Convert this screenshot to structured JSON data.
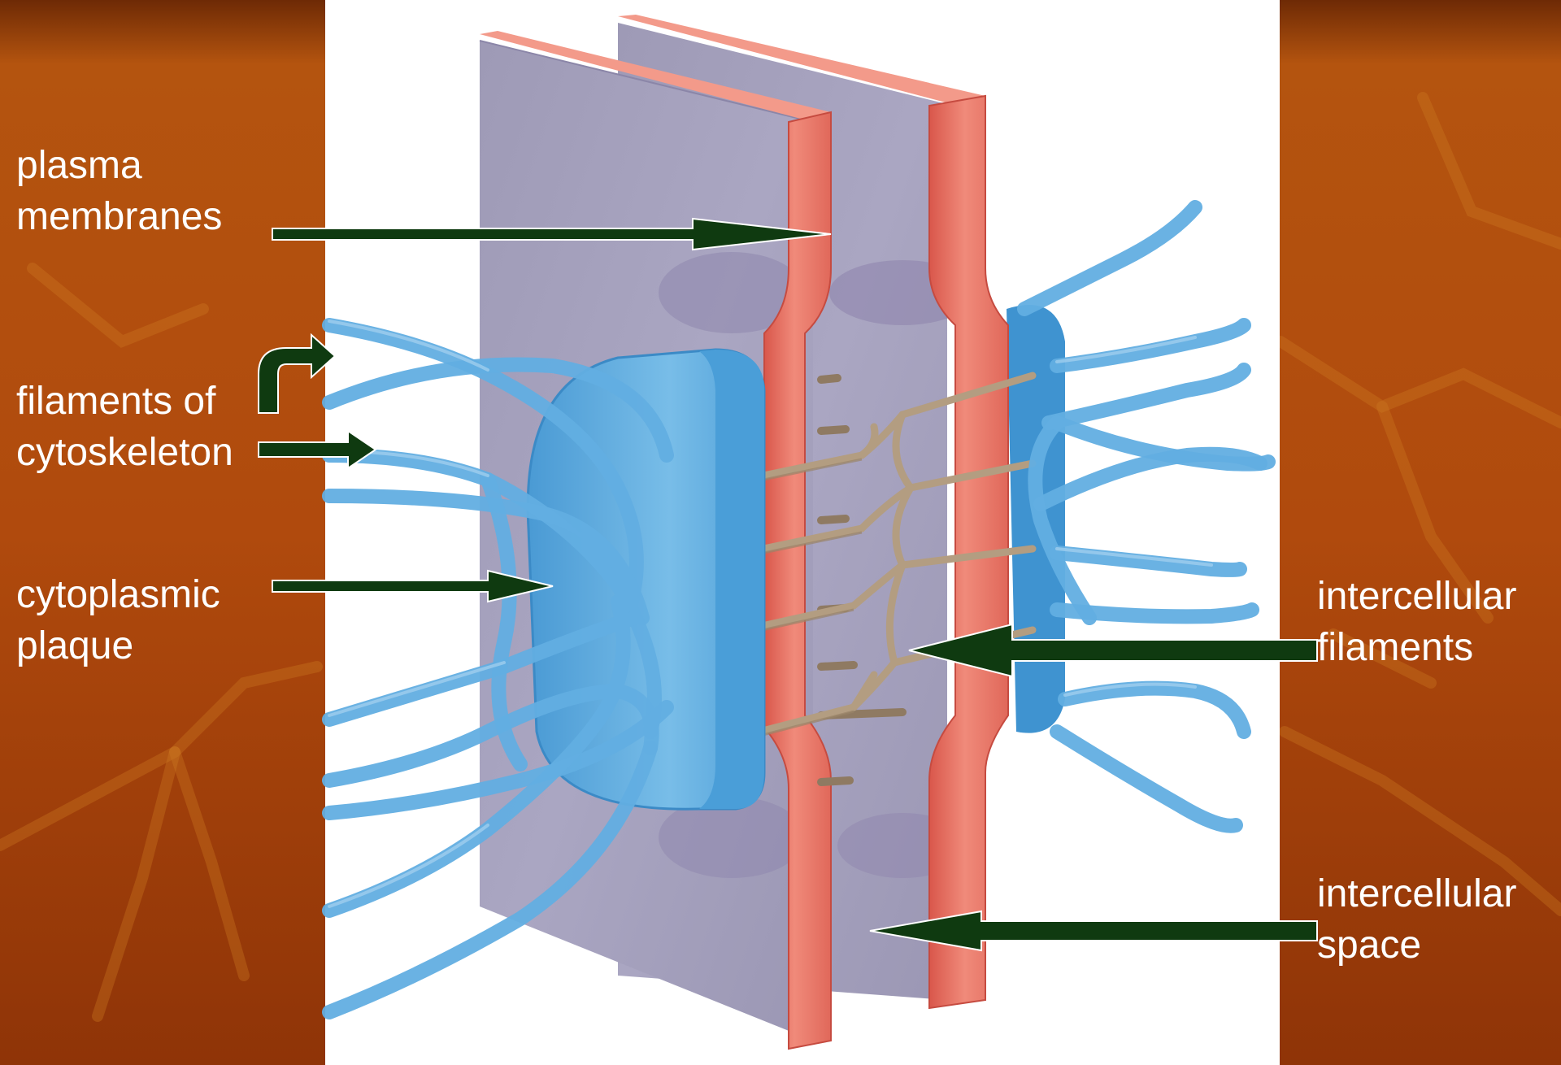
{
  "slide": {
    "labels": {
      "plasma_membranes": [
        "plasma",
        "membranes"
      ],
      "filaments_of_cytoskeleton": [
        "filaments of",
        "cytoskeleton"
      ],
      "cytoplasmic_plaque": [
        "cytoplasmic",
        "plaque"
      ],
      "intercellular_filaments": [
        "intercellular",
        "filaments"
      ],
      "intercellular_space": [
        "intercellular",
        "space"
      ]
    }
  },
  "colors": {
    "background": "#b44a0c",
    "background_dark": "#8e3306",
    "panel": "#ffffff",
    "arrow": "#0f3a10",
    "membrane": "#ee7b6c",
    "membrane_edge": "#d9544a",
    "slab": "#a39fba",
    "cytoskeleton": "#63aee0",
    "linker": "#a89378"
  }
}
